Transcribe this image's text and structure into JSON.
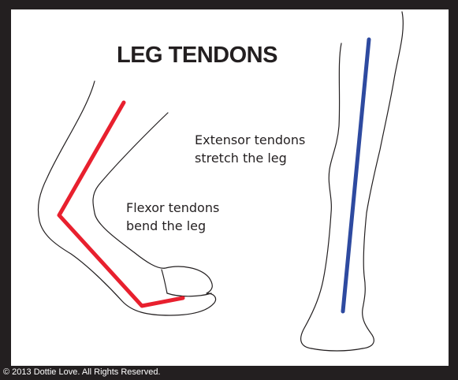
{
  "title": "LEG TENDONS",
  "labels": {
    "extensor_line1": "Extensor tendons",
    "extensor_line2": "stretch the leg",
    "flexor_line1": "Flexor tendons",
    "flexor_line2": "bend the leg"
  },
  "copyright": "© 2013 Dottie Love. All Rights Reserved.",
  "colors": {
    "flexor_tendon": "#e8202e",
    "extensor_tendon": "#2e4aa0",
    "outline": "#231f20",
    "border": "#231f20"
  }
}
